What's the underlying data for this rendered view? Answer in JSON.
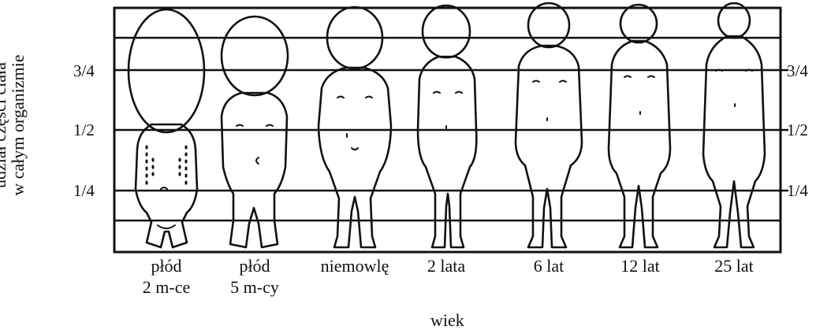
{
  "y_axis": {
    "label_line1": "udział części ciała",
    "label_line2": "w całym organizmie"
  },
  "x_axis": {
    "label": "wiek"
  },
  "ticks": {
    "three_quarters": "3/4",
    "half": "1/2",
    "quarter": "1/4"
  },
  "figures": [
    {
      "line1": "płód",
      "line2": "2 m-ce"
    },
    {
      "line1": "płód",
      "line2": "5 m-cy"
    },
    {
      "line1": "niemowlę",
      "line2": ""
    },
    {
      "line1": "2 lata",
      "line2": ""
    },
    {
      "line1": "6 lat",
      "line2": ""
    },
    {
      "line1": "12 lat",
      "line2": ""
    },
    {
      "line1": "25 lat",
      "line2": ""
    }
  ]
}
